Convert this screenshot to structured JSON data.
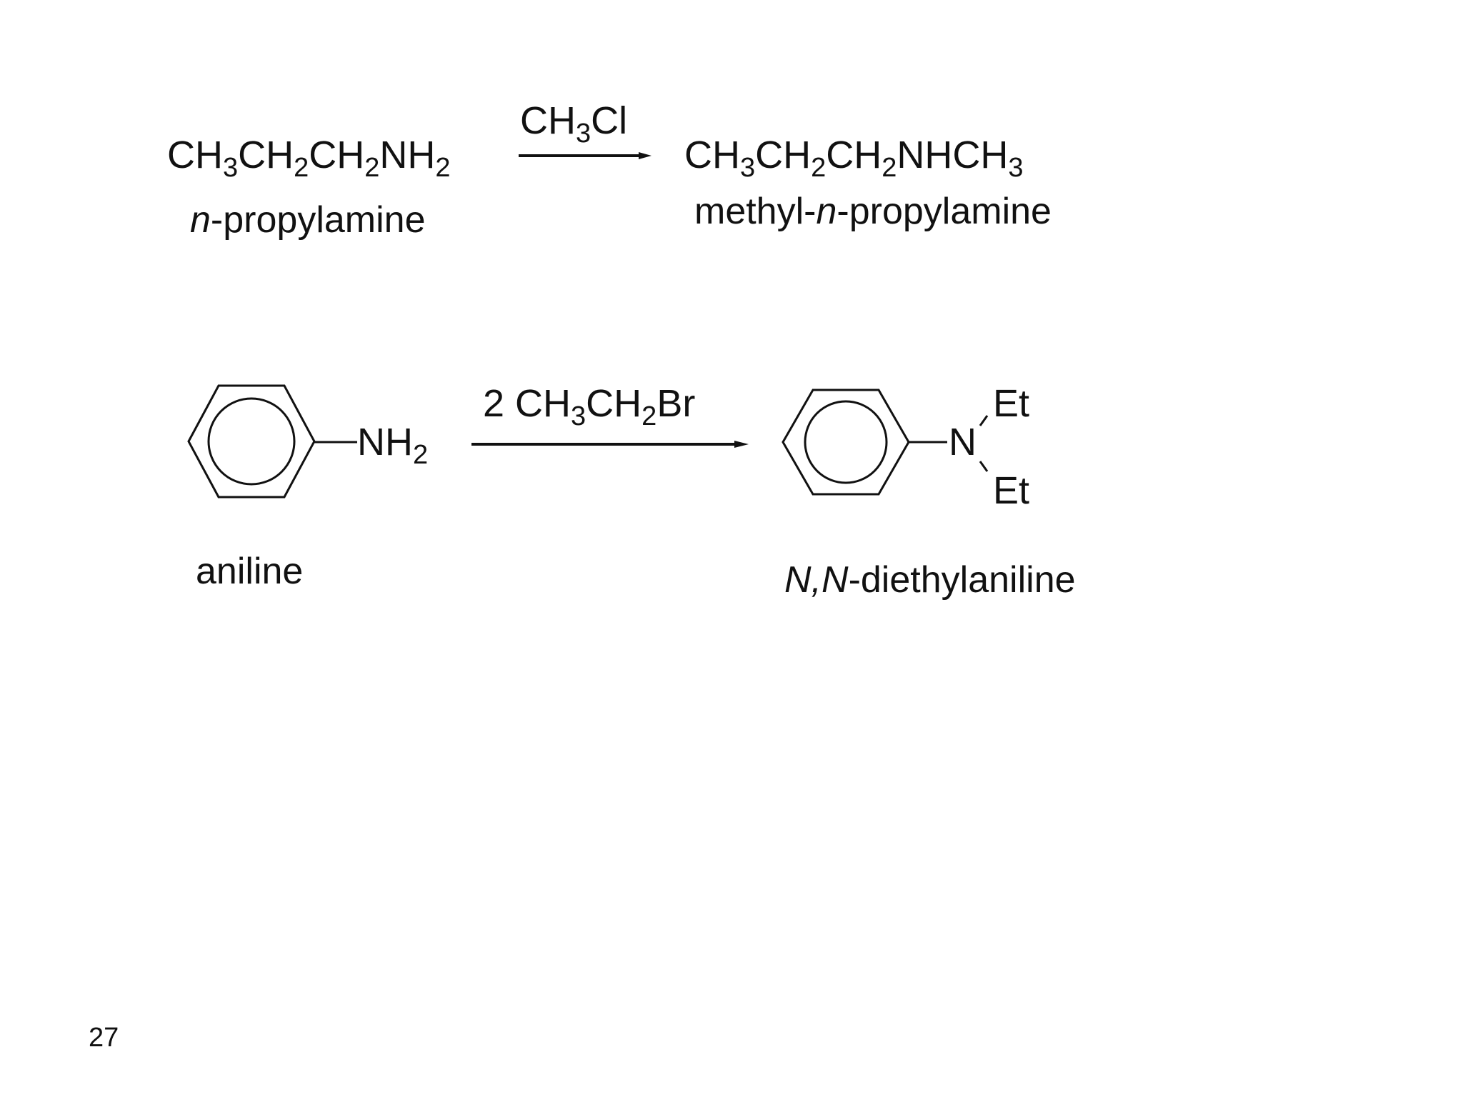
{
  "reaction1": {
    "reactant": {
      "formula_parts": [
        [
          "CH",
          "3"
        ],
        [
          "CH",
          "2"
        ],
        [
          "CH",
          "2"
        ],
        [
          "NH",
          "2"
        ]
      ],
      "name_italic": "n",
      "name_rest": "-propylamine"
    },
    "reagent_parts": [
      [
        "CH",
        "3"
      ],
      [
        "Cl",
        ""
      ]
    ],
    "product": {
      "formula_parts": [
        [
          "CH",
          "3"
        ],
        [
          "CH",
          "2"
        ],
        [
          "CH",
          "2"
        ],
        [
          "NHCH",
          "3"
        ]
      ],
      "name_pre": "methyl-",
      "name_italic": "n",
      "name_rest": "-propylamine"
    }
  },
  "reaction2": {
    "reactant": {
      "group": "NH",
      "group_sub": "2",
      "name": "aniline"
    },
    "reagent_parts": [
      [
        "2 CH",
        "3"
      ],
      [
        "CH",
        "2"
      ],
      [
        "Br",
        ""
      ]
    ],
    "product": {
      "atom": "N",
      "substituent_top": "Et",
      "substituent_bottom": "Et",
      "name_italic": "N,N",
      "name_rest": "-diethylaniline"
    }
  },
  "slide_number": "27",
  "colors": {
    "ink": "#111111",
    "background": "#ffffff"
  }
}
